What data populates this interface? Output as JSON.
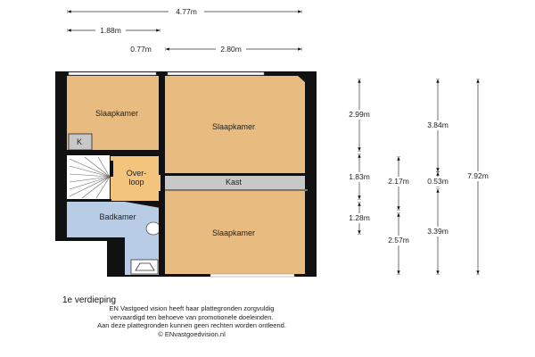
{
  "dimensions": {
    "horizontal": [
      "4.77m",
      "1.88m",
      "0.77m",
      "2.80m"
    ],
    "vertical": [
      "2.99m",
      "1.83m",
      "1.28m",
      "2.17m",
      "2.57m",
      "3.84m",
      "0.53m",
      "3.39m",
      "7.92m"
    ]
  },
  "rooms": {
    "bedroom_top_left": "Slaapkamer",
    "bedroom_top_right": "Slaapkamer",
    "bedroom_bottom_right": "Slaapkamer",
    "closet_k": "K",
    "landing_line1": "Over-",
    "landing_line2": "loop",
    "kast": "Kast",
    "bathroom": "Badkamer"
  },
  "floor_label": "1e verdieping",
  "disclaimer": [
    "EN Vastgoed vision heeft haar plattegronden zorgvuldig",
    "vervaardigd ten behoeve van promotionele doeleinden.",
    "Aan deze plattegronden kunnen geen rechten worden ontleend.",
    "© ENvastgoedvision.nl"
  ],
  "colors": {
    "room": "#e8bc80",
    "landing": "#f2c47c",
    "bath": "#b9cce6",
    "storage": "#c8c8c8",
    "wall": "#111111"
  }
}
